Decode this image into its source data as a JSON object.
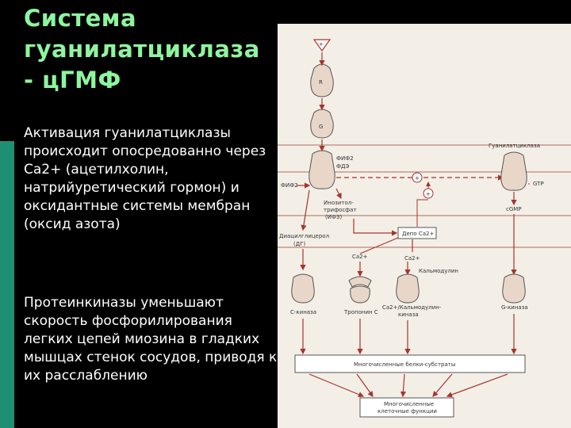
{
  "slide": {
    "title": "Система гуанилатциклаза - цГМФ",
    "paragraph1": "Активация гуанилатциклазы происходит опосредованно через Ca2+ (ацетилхолин, натрийуретический гормон) и оксидантные системы мембран (оксид азота)",
    "paragraph2": "Протеинкиназы уменьшают скорость фосфорилирования легких цепей миозина в гладких мышцах стенок сосудов, приводя к их расслаблению"
  },
  "diagram": {
    "receptor": "R",
    "gprotein": "G",
    "effector_labels": [
      "ФИФ2",
      "ФДЭ"
    ],
    "pip2": "ФИФ2",
    "guanylate_cyclase": "Гуанилатциклаза",
    "gtp": "GTP",
    "ip3": [
      "Инозитол-",
      "трифосфат",
      "(ИФ3)"
    ],
    "cgmp": "cGMP",
    "dag": [
      "Диацилглицерол",
      "(ДГ)"
    ],
    "ca_depot": "Депо Ca2+",
    "ca_left": "Ca2+",
    "ca_right": "Ca2+",
    "calmodulin": "Кальмодулин",
    "c_kinase": "С-киназа",
    "troponin": "Тропонин С",
    "ca_calmodulin_kinase": [
      "Ca2+/Кальмодулин-",
      "киназа"
    ],
    "g_kinase": "G-киназа",
    "substrates": "Многочисленные белки-субстраты",
    "functions": [
      "Многочисленные",
      "клеточные функции"
    ],
    "plus": "+"
  },
  "colors": {
    "accent_bar": "#1f8f73",
    "title": "#8ef59e",
    "arrow": "#a8332c",
    "diagram_bg": "#f3efe7"
  }
}
